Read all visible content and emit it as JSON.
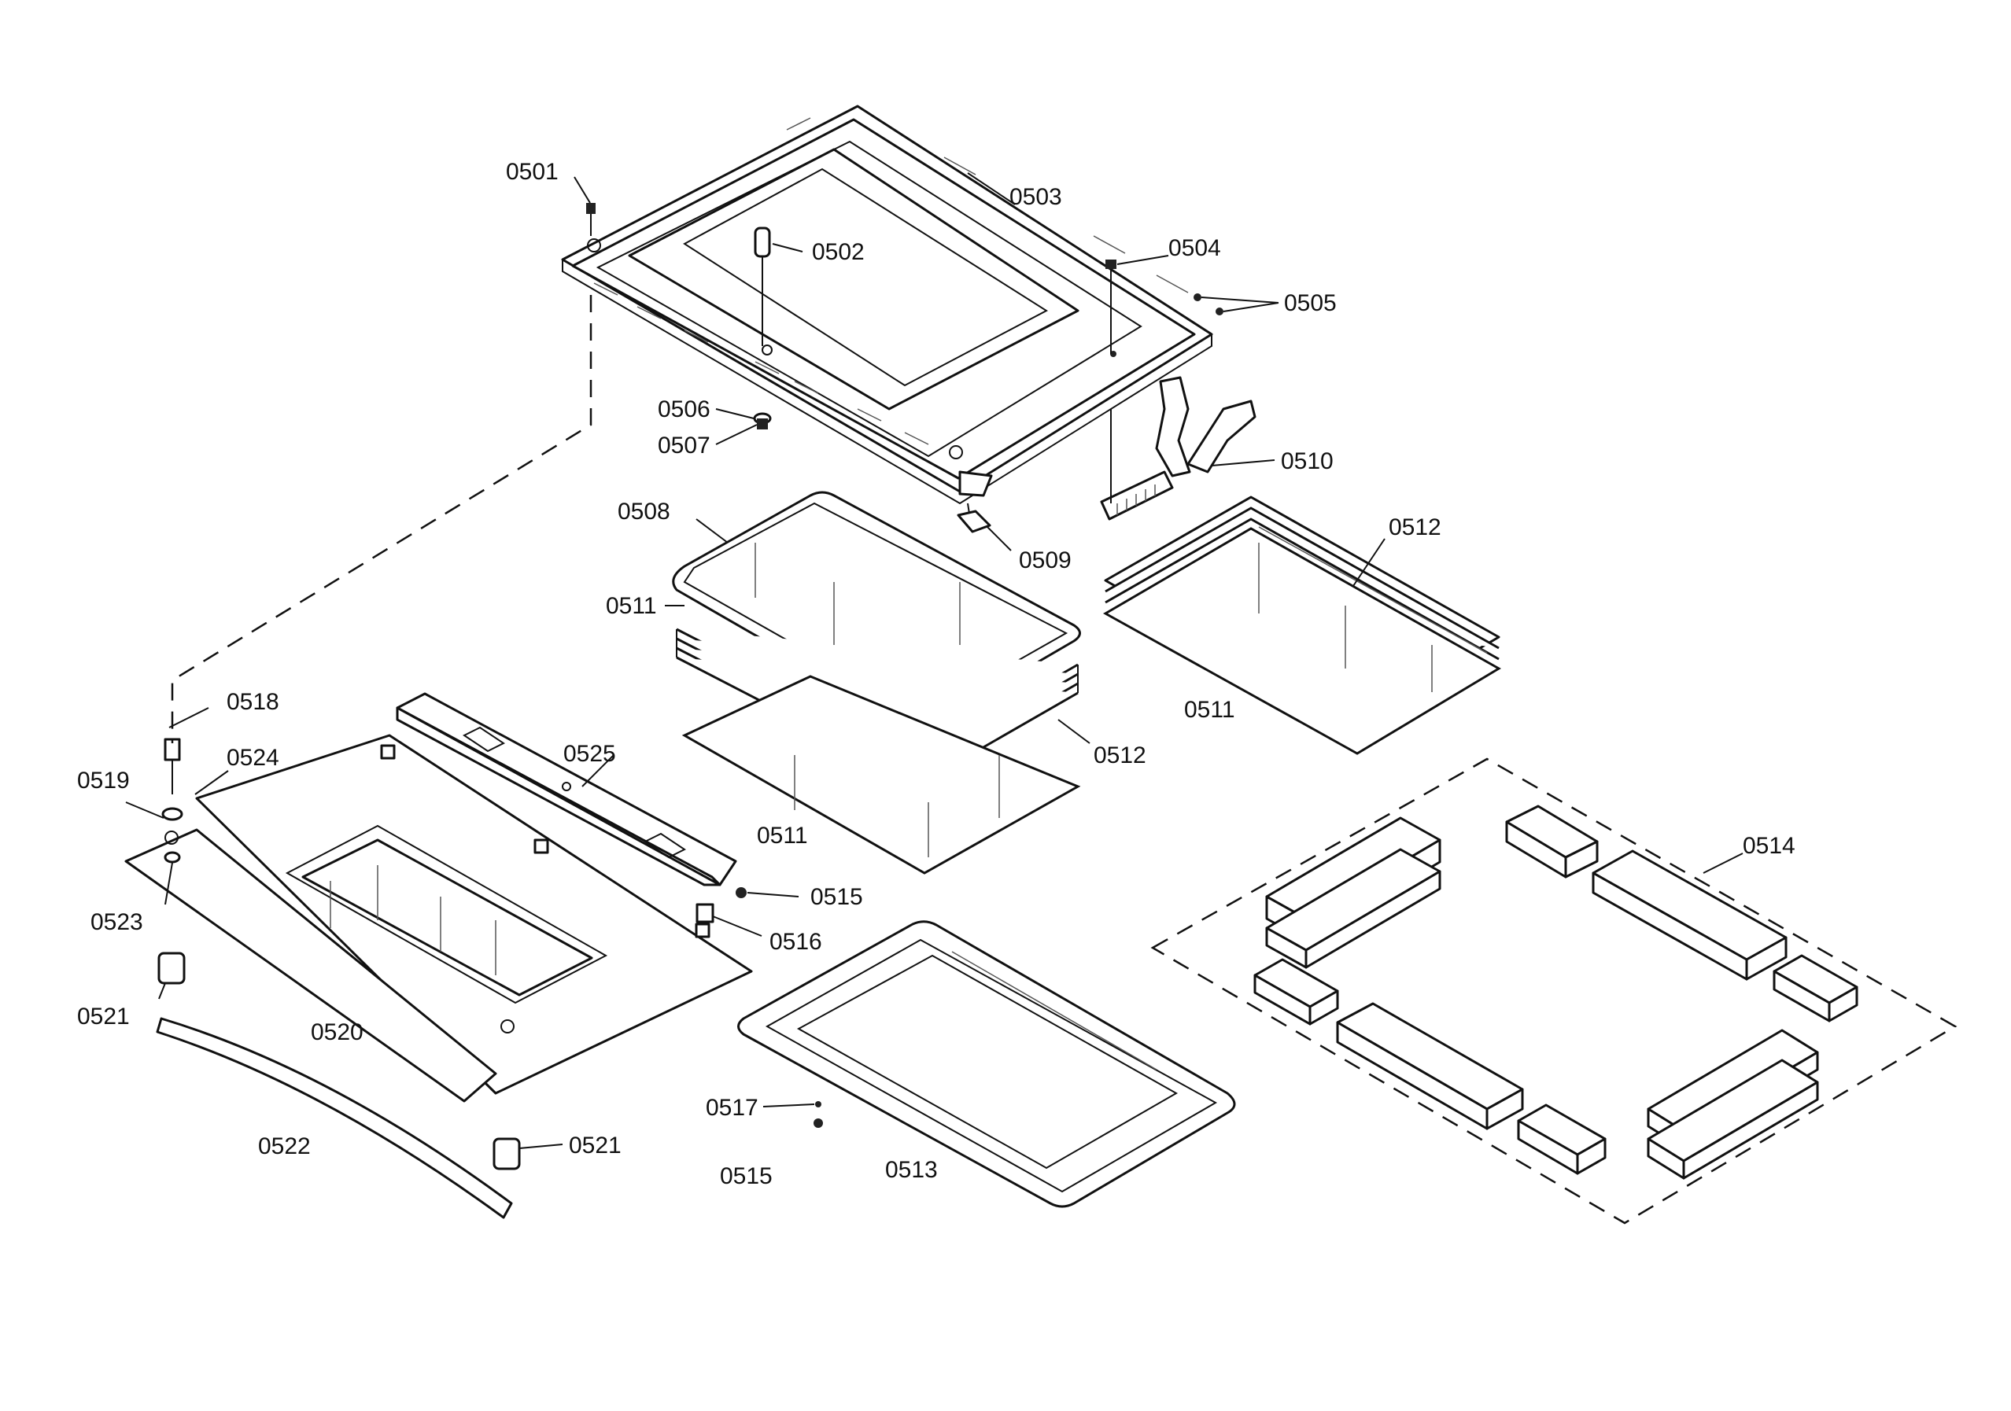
{
  "parts": {
    "p0501": "0501",
    "p0502": "0502",
    "p0503": "0503",
    "p0504": "0504",
    "p0505": "0505",
    "p0506": "0506",
    "p0507": "0507",
    "p0508": "0508",
    "p0509": "0509",
    "p0510": "0510",
    "p0511a": "0511",
    "p0511b": "0511",
    "p0511c": "0511",
    "p0512a": "0512",
    "p0512b": "0512",
    "p0513": "0513",
    "p0514": "0514",
    "p0515a": "0515",
    "p0515b": "0515",
    "p0516": "0516",
    "p0517": "0517",
    "p0518": "0518",
    "p0519": "0519",
    "p0520": "0520",
    "p0521a": "0521",
    "p0521b": "0521",
    "p0522": "0522",
    "p0523": "0523",
    "p0524": "0524",
    "p0525": "0525"
  }
}
